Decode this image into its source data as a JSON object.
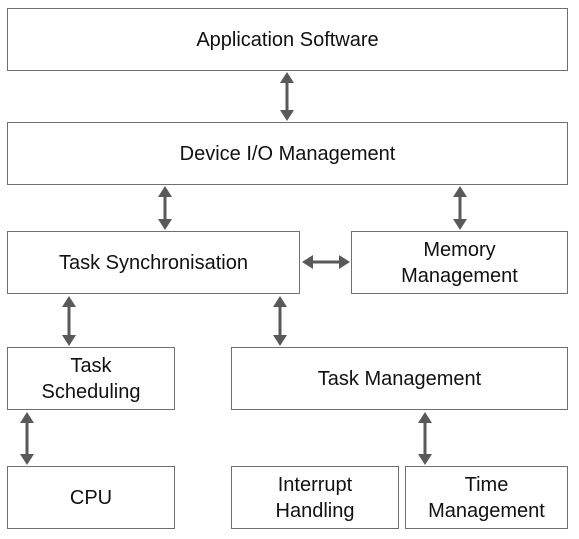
{
  "diagram": {
    "boxes": {
      "application_software": "Application Software",
      "device_io": "Device I/O Management",
      "task_sync": "Task Synchronisation",
      "memory": "Memory\nManagement",
      "task_scheduling": "Task\nScheduling",
      "task_management": "Task Management",
      "cpu": "CPU",
      "interrupt": "Interrupt\nHandling",
      "time": "Time\nManagement"
    },
    "arrow_color": "#595959",
    "border_color": "#6f6f6f"
  }
}
